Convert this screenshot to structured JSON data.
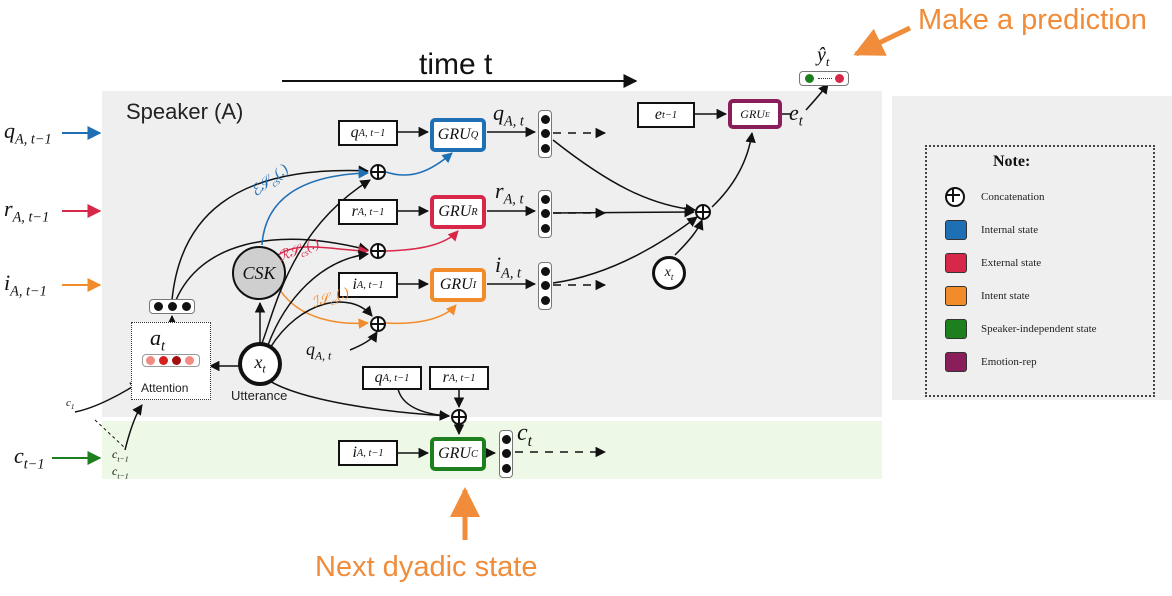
{
  "callouts": {
    "prediction": "Make a prediction",
    "next_state": "Next dyadic state"
  },
  "time_label": "time t",
  "speaker_label": "Speaker (A)",
  "inputs": {
    "q": "q_{A, t−1}",
    "r": "r_{A, t−1}",
    "i": "i_{A, t−1}",
    "c": "c_{t−1}"
  },
  "gru": {
    "q": {
      "label": "GRU_Q",
      "color": "#1f6fb5"
    },
    "r": {
      "label": "GRU_R",
      "color": "#d8284a"
    },
    "i": {
      "label": "GRU_I",
      "color": "#f28c2a"
    },
    "c": {
      "label": "GRU_C",
      "color": "#1e7f1e"
    },
    "e": {
      "label": "GRU_E",
      "color": "#8a1e5a"
    }
  },
  "outputs": {
    "q": "q_{A, t}",
    "r": "r_{A, t}",
    "i": "i_{A, t}",
    "c": "c_t",
    "e": "e_t",
    "y": "ŷ_t"
  },
  "boxes": {
    "q_prev": "q_{A, t−1}",
    "r_prev": "r_{A, t−1}",
    "i_prev": "i_{A, t−1}",
    "e_prev": "e_{t−1}",
    "q_prev2": "q_{A, t−1}",
    "r_prev2": "r_{A, t−1}",
    "i_prev_c": "i_{A, t−1}"
  },
  "csk_label": "CSK",
  "xt": "x_t",
  "utterance": "Utterance",
  "attention": "Attention",
  "at": "a_t",
  "q_at": "q_{A, t}",
  "commonsense": {
    "e": "ℰ𝒮_{cs}(.)",
    "r": "ℛ𝒮_{cs}(.)",
    "i": "ℐ𝒮_{cs}(.)"
  },
  "context": [
    "c_1",
    "c_{t−1}",
    "c_{t−1}"
  ],
  "note": {
    "title": "Note:",
    "items": [
      {
        "label": "Concatenation",
        "color": ""
      },
      {
        "label": "Internal state",
        "color": "#1f6fb5"
      },
      {
        "label": "External state",
        "color": "#d8284a"
      },
      {
        "label": "Intent state",
        "color": "#f28c2a"
      },
      {
        "label": "Speaker-independent state",
        "color": "#1e7f1e"
      },
      {
        "label": "Emotion-rep",
        "color": "#8a1e5a"
      }
    ]
  },
  "colors": {
    "orange": "#f08c3a",
    "blue": "#1f6fb5",
    "red": "#d8284a",
    "green": "#1e7f1e",
    "purple": "#8a1e5a"
  }
}
